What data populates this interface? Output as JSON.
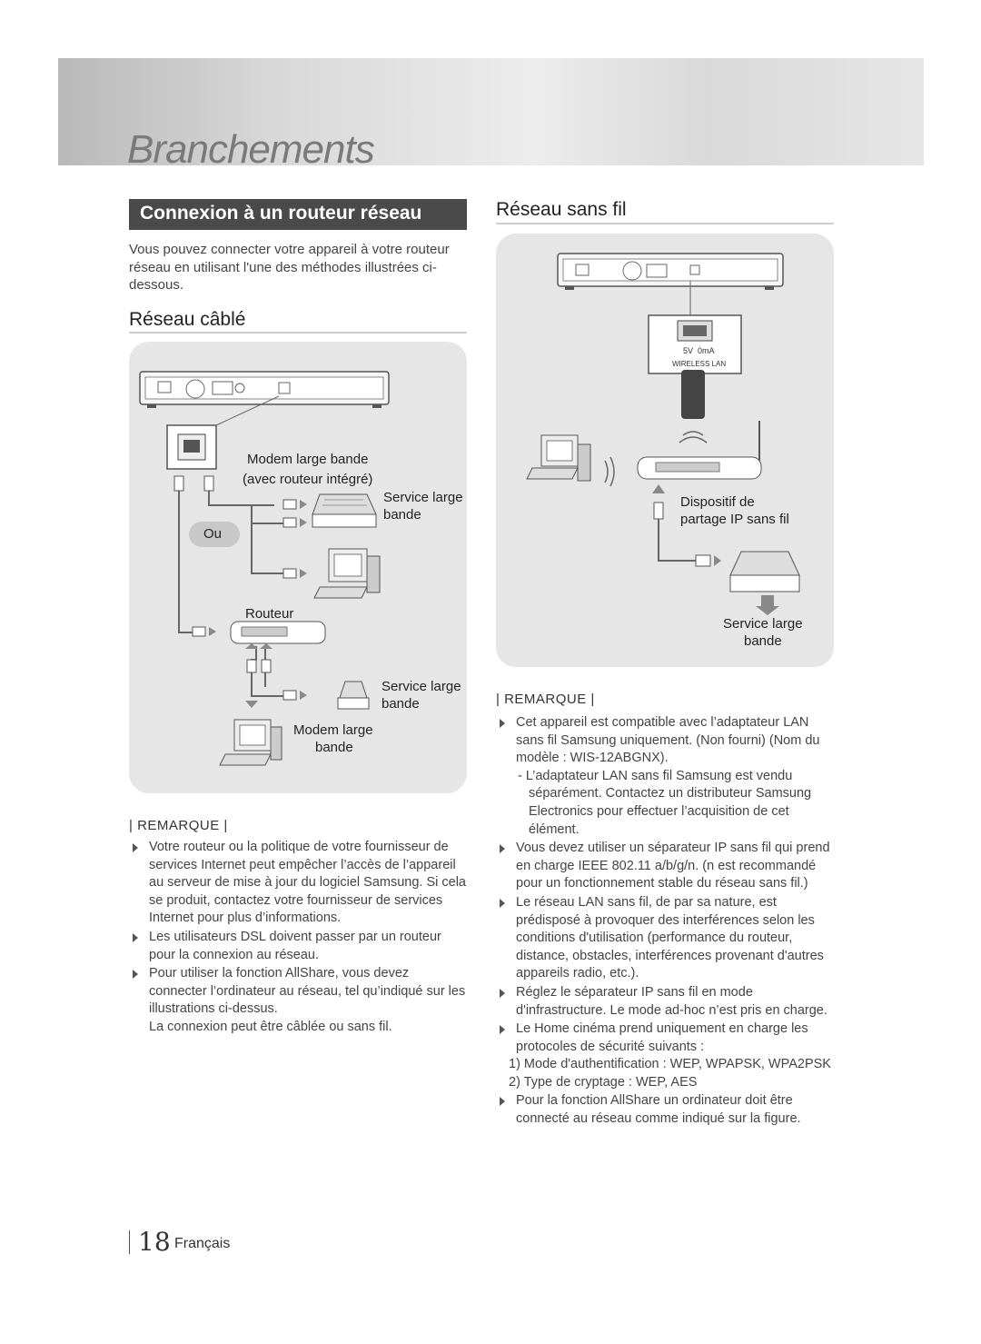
{
  "header": {
    "title": "Branchements"
  },
  "left": {
    "section_title": "Connexion à un routeur réseau",
    "intro": "Vous pouvez connecter votre appareil à votre routeur réseau en utilisant l'une des méthodes illustrées ci-dessous.",
    "intro_lines": [
      "Vous pouvez connecter votre appareil à votre routeur",
      "réseau en utilisant l'une des méthodes illustrées ci-",
      "dessous."
    ],
    "wired_title": "Réseau câblé",
    "diagram": {
      "modem_router_1": "Modem large bande",
      "modem_router_2": "(avec routeur intégré)",
      "service1_1": "Service large",
      "service1_2": "bande",
      "ou": "Ou",
      "router": "Routeur",
      "service2_1": "Service large",
      "service2_2": "bande",
      "modem2_1": "Modem large",
      "modem2_2": "bande"
    },
    "remark_label": "| REMARQUE |",
    "notes": [
      "Votre routeur ou la politique de votre fournisseur de services Internet peut empêcher l’accès de l’appareil au serveur de mise à jour du logiciel Samsung. Si cela se produit, contactez votre fournisseur de services Internet pour plus d’informations.",
      "Les utilisateurs DSL doivent passer par un routeur pour la connexion au réseau.",
      "Pour utiliser la fonction AllShare, vous devez connecter l’ordinateur au réseau, tel qu’indiqué sur les illustrations ci-dessus."
    ],
    "note_extra": "La connexion peut être câblée ou sans fil."
  },
  "right": {
    "wireless_title": "Réseau sans fil",
    "diagram": {
      "port_5v": "5V",
      "port_ma": "0mA",
      "port_lan": "WIRELESS LAN",
      "device_1": "Dispositif de",
      "device_2": "partage IP sans fil",
      "service_1": "Service large",
      "service_2": "bande"
    },
    "remark_label": "| REMARQUE |",
    "note1": "Cet appareil est compatible avec l’adaptateur LAN sans fil Samsung uniquement. (Non fourni) (Nom du modèle : WIS-12ABGNX).",
    "note1_sub": "- L’adaptateur LAN sans fil Samsung est vendu séparément. Contactez un distributeur Samsung Electronics pour effectuer l’acquisition de cet élément.",
    "note2": "Vous devez utiliser un séparateur IP sans fil qui prend en charge IEEE 802.11 a/b/g/n. (n est recommandé pour un fonctionnement stable du réseau sans fil.)",
    "note3": "Le réseau LAN sans fil, de par sa nature, est prédisposé à provoquer des interférences selon les conditions d'utilisation (performance du routeur, distance, obstacles, interférences provenant d'autres appareils radio, etc.).",
    "note4": "Réglez le séparateur IP sans fil en mode d'infrastructure. Le mode ad-hoc n’est pris en charge.",
    "note5": "Le Home cinéma prend uniquement en charge les protocoles de sécurité suivants :",
    "note5_sub1": "1) Mode d'authentification : WEP, WPAPSK, WPA2PSK",
    "note5_sub2": "2) Type de cryptage : WEP, AES",
    "note6": "Pour la fonction AllShare un ordinateur doit être connecté au réseau comme indiqué sur la figure."
  },
  "footer": {
    "page": "18",
    "language": "Français"
  }
}
